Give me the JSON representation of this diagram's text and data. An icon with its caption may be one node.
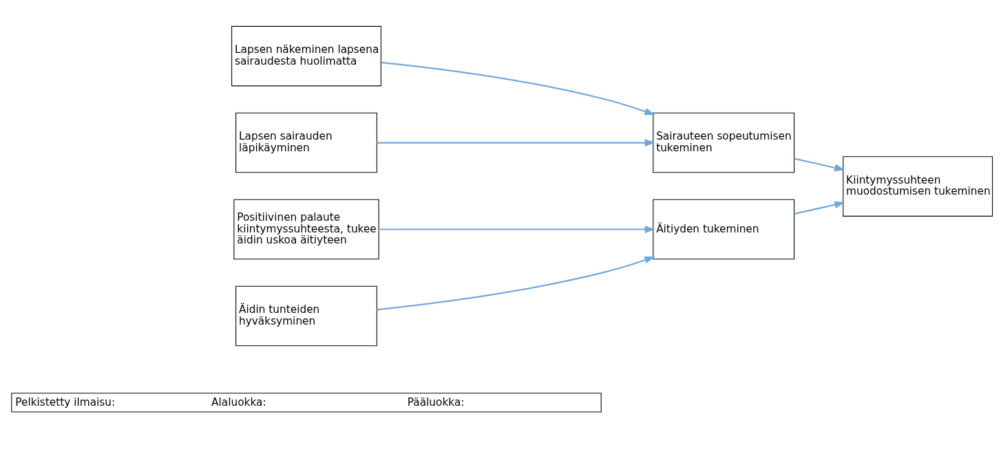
{
  "diagram": {
    "nodes": [
      {
        "text": [
          "Pelkistetty ilmaisu:",
          "Alaluokka:",
          "Pääluokka:"
        ]
      },
      {
        "text": [
          "Lapsen näkeminen lapsena sairaudesta huolimatta"
        ]
      },
      {
        "text": [
          "Lapsen sairauden läpikäyminen"
        ]
      },
      {
        "text": [
          "Positiivinen palaute kiintymyssuhteesta, tukee äidin uskoa äitiyteen"
        ]
      },
      {
        "text": [
          "Äidin tunteiden hyväksyminen"
        ]
      },
      {
        "text": [
          "Sairauteen sopeutumisen tukeminen"
        ]
      },
      {
        "text": [
          "Äitiyden tukeminen"
        ]
      },
      {
        "text": [
          "Kiintymyssuhteen muodostumisen tukeminen"
        ]
      }
    ],
    "edges": [
      {
        "from": 1,
        "to": 5,
        "arrow": "to"
      },
      {
        "from": 2,
        "to": 5,
        "arrow": "to"
      },
      {
        "from": 3,
        "to": 6,
        "arrow": "to"
      },
      {
        "from": 4,
        "to": 6,
        "arrow": "to"
      },
      {
        "from": 5,
        "to": 7,
        "arrow": "to"
      },
      {
        "from": 6,
        "to": 7,
        "arrow": "to"
      }
    ]
  }
}
